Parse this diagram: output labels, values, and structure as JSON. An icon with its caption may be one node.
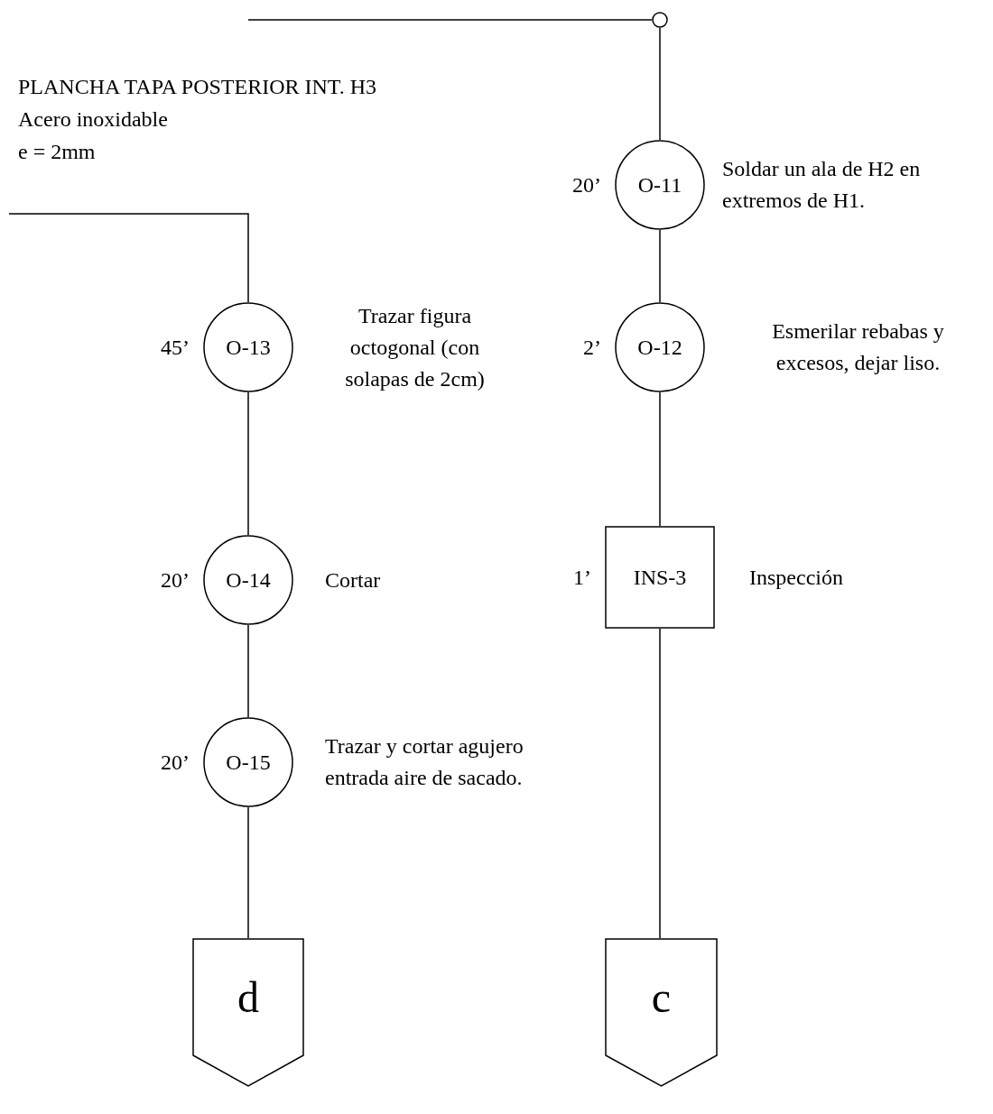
{
  "diagram": {
    "nodes": [
      {
        "text": [],
        "shape": "circle"
      },
      {
        "text": [
          "O-11"
        ],
        "beside": [
          "20’",
          "Soldar un ala de H2 en extremos de H1."
        ]
      },
      {
        "text": [
          "O-12"
        ],
        "beside": [
          "2’",
          "Esmerilar rebabas y excesos, dejar liso."
        ]
      },
      {
        "text": [
          "INS-3"
        ],
        "beside": [
          "1’",
          "Inspección"
        ]
      },
      {
        "text": [
          "c"
        ]
      },
      {
        "text": [
          "O-13"
        ],
        "beside": [
          "45’",
          "Trazar figura octogonal (con solapas de 2cm)"
        ]
      },
      {
        "text": [
          "O-14"
        ],
        "beside": [
          "20’",
          "Cortar"
        ]
      },
      {
        "text": [
          "O-15"
        ],
        "beside": [
          "20’",
          "Trazar y cortar agujero entrada aire de sacado."
        ]
      },
      {
        "text": [
          "d"
        ]
      }
    ],
    "edges": [
      {
        "from": null,
        "to": 0,
        "arrow": "none"
      },
      {
        "from": 0,
        "to": 1,
        "arrow": "none"
      },
      {
        "from": 1,
        "to": 2,
        "arrow": "none"
      },
      {
        "from": 2,
        "to": 3,
        "arrow": "none"
      },
      {
        "from": 3,
        "to": 4,
        "arrow": "none"
      },
      {
        "from": null,
        "to": 5,
        "arrow": "none"
      },
      {
        "from": 5,
        "to": 6,
        "arrow": "none"
      },
      {
        "from": 6,
        "to": 7,
        "arrow": "none"
      },
      {
        "from": 7,
        "to": 8,
        "arrow": "none"
      }
    ],
    "labels": [
      "PLANCHA TAPA POSTERIOR INT. H3",
      "Acero inoxidable",
      "e = 2mm"
    ]
  }
}
